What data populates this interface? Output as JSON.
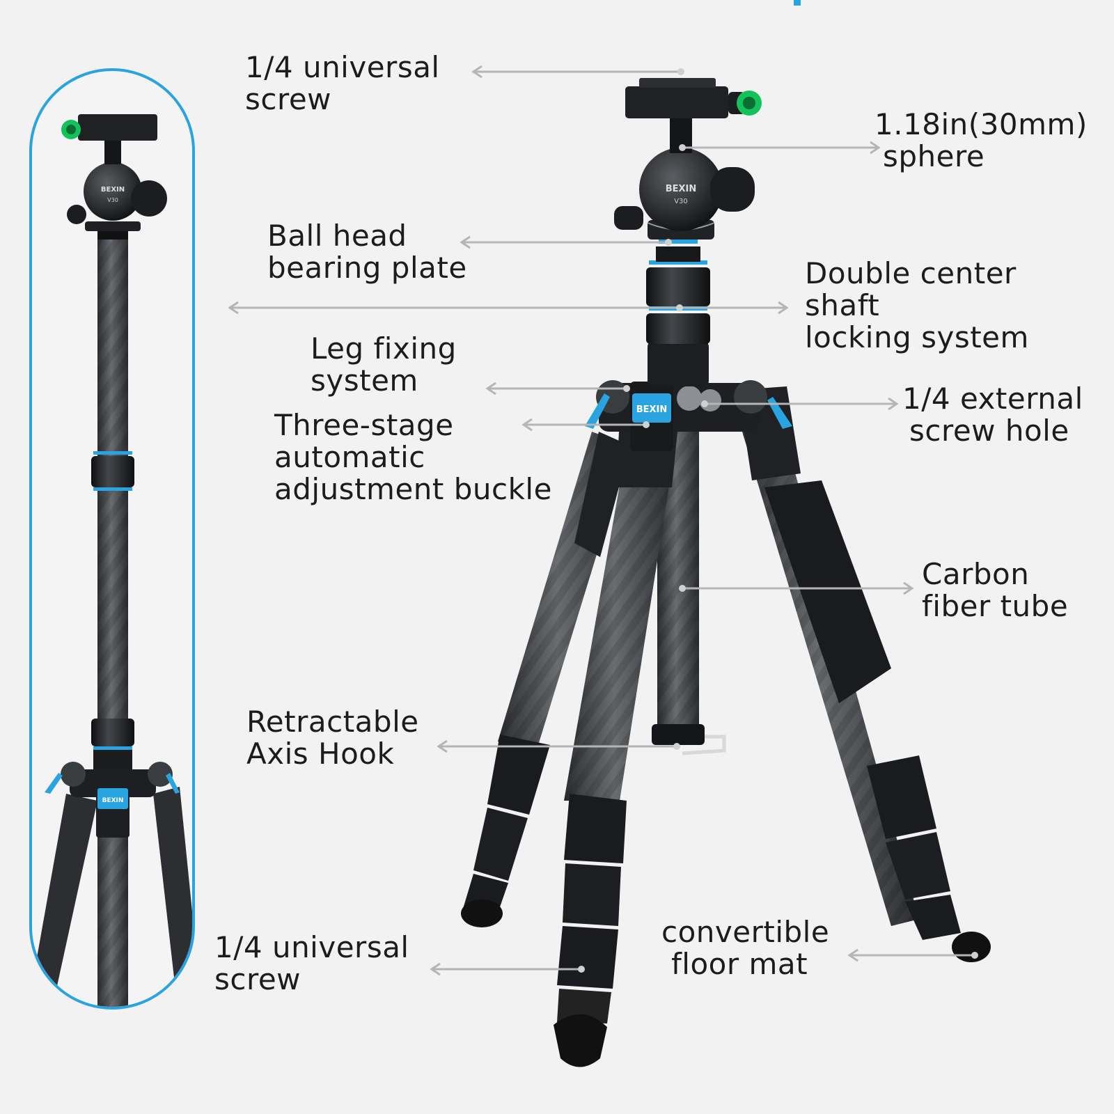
{
  "brand": {
    "logo_text": "BEXIN",
    "model": "V30"
  },
  "colors": {
    "background": "#f2f2f2",
    "accent_blue": "#2aa4e0",
    "text": "#1c1c1c",
    "pointer": "#b5b5b5",
    "metal_dark": "#1d1f22",
    "carbon": "#4a4d50"
  },
  "callouts": {
    "top_screw": {
      "lines": [
        "1/4 universal",
        "screw"
      ]
    },
    "sphere": {
      "lines": [
        "1.18in(30mm)",
        "sphere"
      ]
    },
    "bearing": {
      "lines": [
        "Ball head",
        "bearing plate"
      ]
    },
    "center_shaft": {
      "lines": [
        "Double center",
        "shaft",
        "locking system"
      ]
    },
    "leg_fixing": {
      "lines": [
        "Leg fixing",
        "system"
      ]
    },
    "buckle": {
      "lines": [
        "Three-stage",
        "automatic",
        "adjustment buckle"
      ]
    },
    "external_hole": {
      "lines": [
        "1/4 external",
        "screw hole"
      ]
    },
    "carbon_tube": {
      "lines": [
        "Carbon",
        "fiber tube"
      ]
    },
    "axis_hook": {
      "lines": [
        "Retractable",
        "Axis Hook"
      ]
    },
    "bottom_screw": {
      "lines": [
        "1/4 universal",
        "screw"
      ]
    },
    "floor_mat": {
      "lines": [
        "convertible",
        "floor mat"
      ]
    }
  }
}
